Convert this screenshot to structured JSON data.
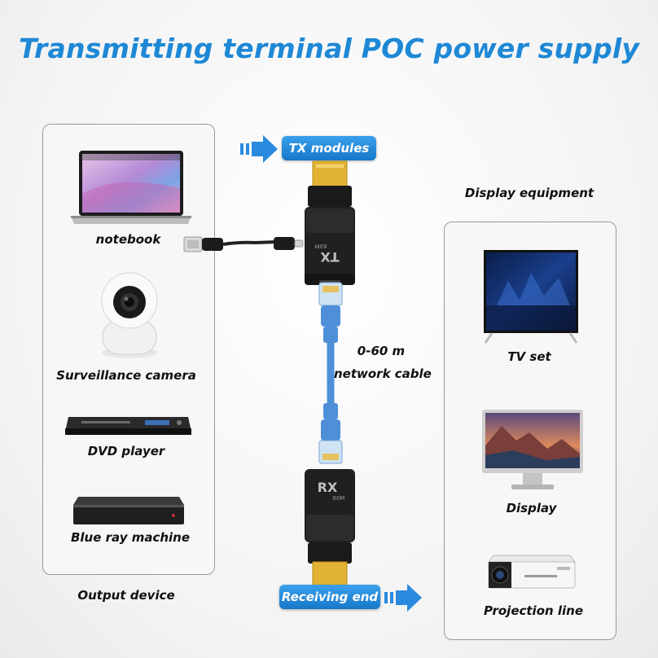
{
  "title": "Transmitting terminal POC power supply",
  "left_panel": {
    "caption": "Output device",
    "devices": [
      {
        "label": "notebook",
        "icon": "laptop-icon"
      },
      {
        "label": "Surveillance camera",
        "icon": "camera-icon"
      },
      {
        "label": "DVD player",
        "icon": "dvd-player-icon"
      },
      {
        "label": "Blue ray machine",
        "icon": "bluray-player-icon"
      }
    ]
  },
  "right_panel": {
    "caption": "Display equipment",
    "devices": [
      {
        "label": "TV set",
        "icon": "tv-icon"
      },
      {
        "label": "Display",
        "icon": "monitor-icon"
      },
      {
        "label": "Projection line",
        "icon": "projector-icon"
      }
    ]
  },
  "center": {
    "tx_label": "TX modules",
    "rx_label": "Receiving end",
    "tx_module_text": "TX",
    "tx_module_sub": "60M",
    "rx_module_text": "RX",
    "rx_module_sub": "60M",
    "cable_distance": "0-60 m",
    "cable_label": "network cable"
  },
  "colors": {
    "accent_blue": "#1e88d6",
    "cable_blue": "#4f8fd8"
  }
}
